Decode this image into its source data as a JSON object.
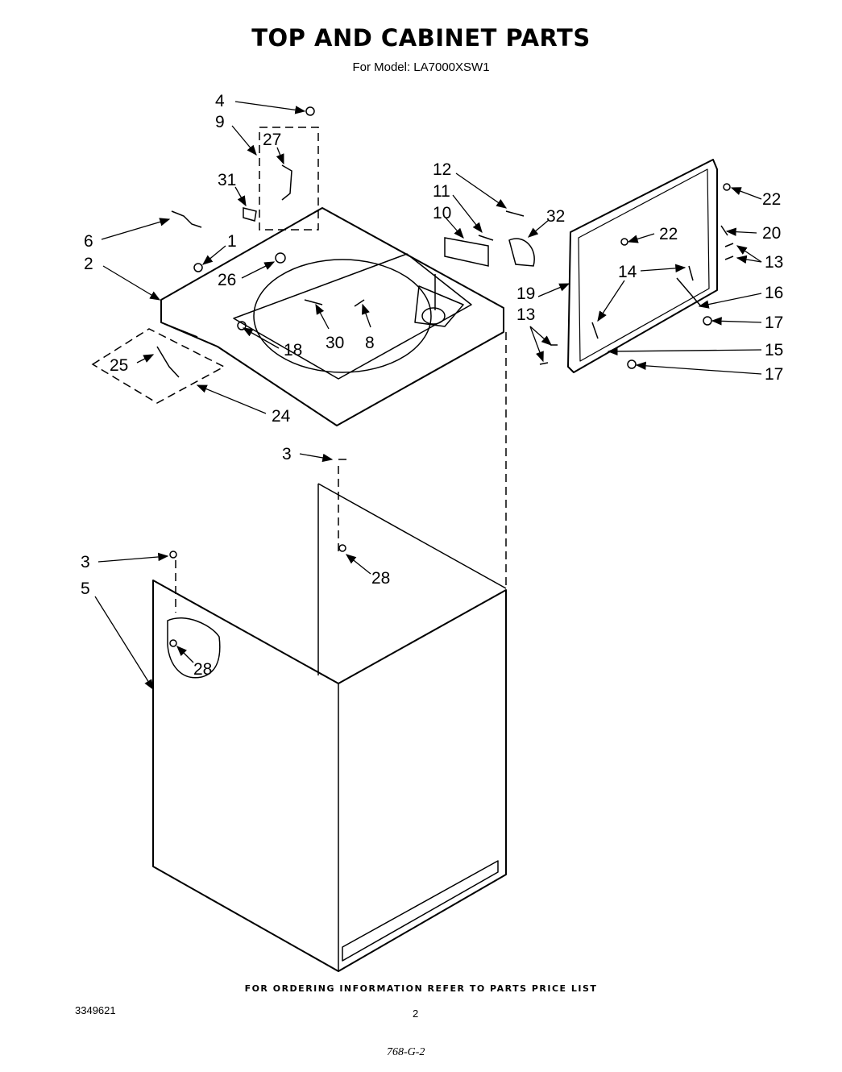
{
  "header": {
    "title": "TOP AND CABINET PARTS",
    "subtitle": "For Model: LA7000XSW1"
  },
  "callouts": [
    "4",
    "9",
    "27",
    "31",
    "6",
    "1",
    "2",
    "26",
    "12",
    "11",
    "10",
    "32",
    "30",
    "8",
    "18",
    "25",
    "24",
    "22",
    "22",
    "20",
    "13",
    "14",
    "19",
    "16",
    "17",
    "13",
    "15",
    "17",
    "3",
    "3",
    "5",
    "28",
    "28"
  ],
  "footer": {
    "ordering_note": "FOR ORDERING INFORMATION REFER TO PARTS PRICE LIST",
    "part_number": "3349621",
    "page_number": "2",
    "code": "768-G-2"
  }
}
